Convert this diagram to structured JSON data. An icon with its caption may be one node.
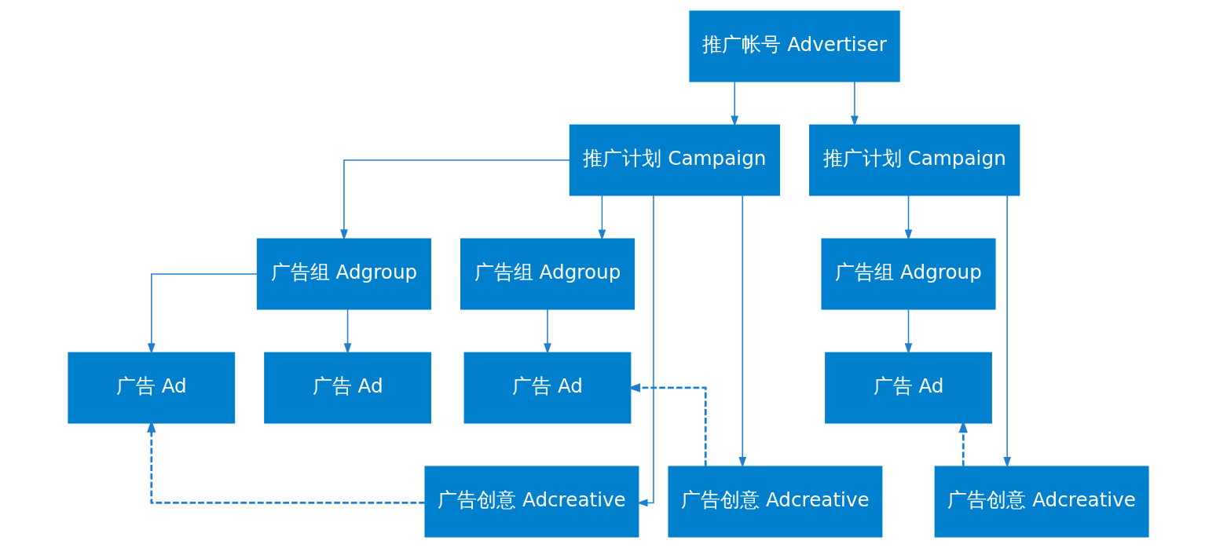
{
  "diagram": {
    "nodes": [
      {
        "text": [
          "推广帐号 Advertiser"
        ]
      },
      {
        "text": [
          "推广计划 Campaign"
        ]
      },
      {
        "text": [
          "推广计划 Campaign"
        ]
      },
      {
        "text": [
          "广告组 Adgroup"
        ]
      },
      {
        "text": [
          "广告组 Adgroup"
        ]
      },
      {
        "text": [
          "广告组 Adgroup"
        ]
      },
      {
        "text": [
          "广告 Ad"
        ]
      },
      {
        "text": [
          "广告 Ad"
        ]
      },
      {
        "text": [
          "广告 Ad"
        ]
      },
      {
        "text": [
          "广告 Ad"
        ]
      },
      {
        "text": [
          "广告创意 Adcreative"
        ]
      },
      {
        "text": [
          "广告创意 Adcreative"
        ]
      },
      {
        "text": [
          "广告创意 Adcreative"
        ]
      }
    ],
    "edges": [
      {
        "from": 0,
        "to": 1,
        "arrow": "to"
      },
      {
        "from": 0,
        "to": 2,
        "arrow": "to"
      },
      {
        "from": 1,
        "to": 10,
        "arrow": "to"
      },
      {
        "from": 1,
        "to": 3,
        "arrow": "to"
      },
      {
        "from": 1,
        "to": 4,
        "arrow": "to"
      },
      {
        "from": 1,
        "to": 11,
        "arrow": "to"
      },
      {
        "from": 2,
        "to": 5,
        "arrow": "to"
      },
      {
        "from": 2,
        "to": 12,
        "arrow": "to"
      },
      {
        "from": 3,
        "to": 6,
        "arrow": "to"
      },
      {
        "from": 3,
        "to": 7,
        "arrow": "to"
      },
      {
        "from": 4,
        "to": 8,
        "arrow": "to"
      },
      {
        "from": 5,
        "to": 9,
        "arrow": "to"
      },
      {
        "from": 10,
        "to": 6,
        "arrow": "to",
        "style": "dashed"
      },
      {
        "from": 11,
        "to": 8,
        "arrow": "to",
        "style": "dashed"
      },
      {
        "from": 12,
        "to": 9,
        "arrow": "to",
        "style": "dashed"
      }
    ]
  }
}
